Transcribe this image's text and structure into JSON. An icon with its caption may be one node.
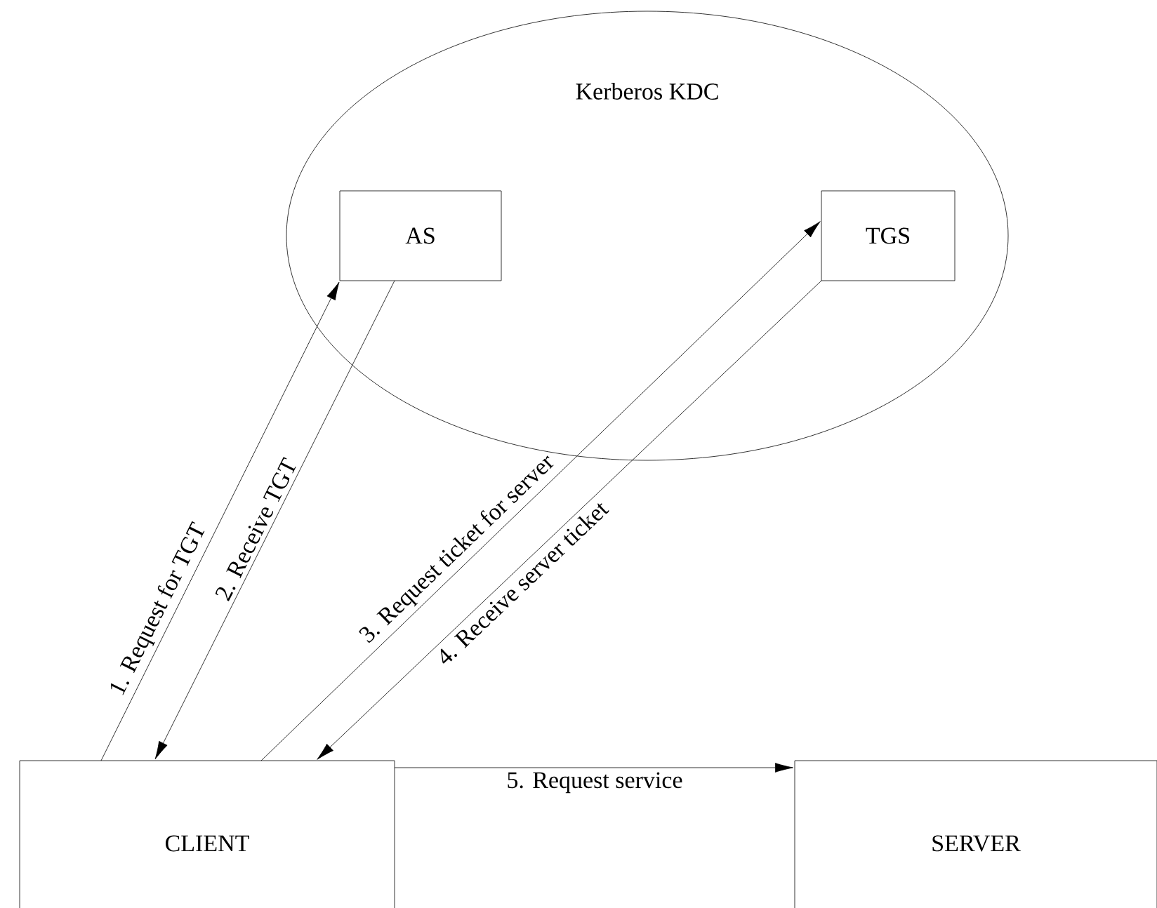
{
  "diagram": {
    "nodes": [
      {
        "text": [
          "Kerberos KDC"
        ]
      },
      {
        "text": [
          "AS"
        ],
        "in": 0
      },
      {
        "text": [
          "TGS"
        ],
        "in": 0
      },
      {
        "text": [
          "CLIENT"
        ]
      },
      {
        "text": [
          "SERVER"
        ]
      }
    ],
    "edges": [
      {
        "from": 3,
        "to": 1,
        "arrow": "to",
        "label": "1. Request for TGT"
      },
      {
        "from": 1,
        "to": 3,
        "arrow": "to",
        "label": "2. Receive TGT"
      },
      {
        "from": 3,
        "to": 2,
        "arrow": "to",
        "label": "3. Request ticket for server"
      },
      {
        "from": 2,
        "to": 3,
        "arrow": "to",
        "label": "4. Receive server ticket"
      },
      {
        "from": 3,
        "to": 4,
        "arrow": "to",
        "label": "5. Request service"
      }
    ]
  }
}
